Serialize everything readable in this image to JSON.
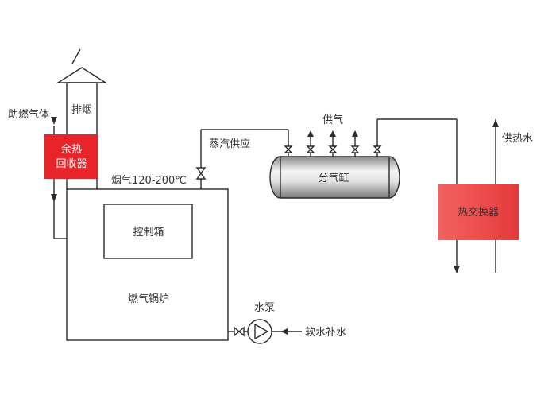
{
  "labels": {
    "exhaust": "排烟",
    "auxiliary_gas": "助燃气体",
    "waste_heat_line1": "余热",
    "waste_heat_line2": "回收器",
    "flue_temp": "烟气120-200℃",
    "control_box": "控制箱",
    "gas_boiler": "燃气锅炉",
    "steam_supply": "蒸汽供应",
    "gas_supply": "供气",
    "steam_header": "分气缸",
    "heat_exchanger": "热交换器",
    "hot_water_supply": "供热水",
    "water_pump": "水泵",
    "soft_water_makeup": "软水补水"
  },
  "colors": {
    "waste_heat_fill": "#e8242b",
    "heat_exchanger_fill": "#ee4e4e",
    "line": "#2b2b2b",
    "text": "#333333"
  }
}
